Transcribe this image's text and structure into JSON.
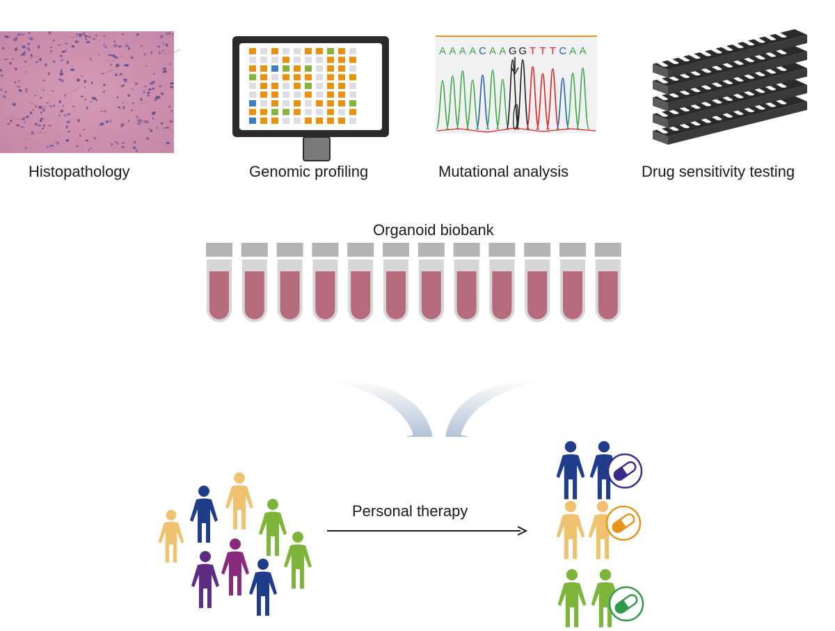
{
  "panels": [
    {
      "id": "histopathology",
      "label": "Histopathology"
    },
    {
      "id": "genomic",
      "label": "Genomic profiling"
    },
    {
      "id": "mutational",
      "label": "Mutational analysis"
    },
    {
      "id": "drug",
      "label": "Drug sensitivity testing"
    }
  ],
  "sequence": {
    "bases": [
      "A",
      "A",
      "A",
      "A",
      "C",
      "A",
      "A",
      "G",
      "G",
      "T",
      "T",
      "T",
      "C",
      "A",
      "A"
    ],
    "colors": {
      "A": "#3aa845",
      "C": "#1f5fb0",
      "G": "#1a1a1a",
      "T": "#e0201a"
    }
  },
  "biobank": {
    "title": "Organoid biobank",
    "tube_count": 12
  },
  "therapy": {
    "label": "Personal therapy"
  },
  "colors": {
    "navy": "#1f3d8a",
    "tan": "#eec26e",
    "green": "#7db53b",
    "purple": "#5c2d82",
    "magenta": "#8a2a7d",
    "orange": "#e8941a",
    "darkgreen": "#2e9a47",
    "tube_fill": "#b56b7b",
    "cap": "#b4b4b4",
    "arrow_gradient": "#7f9ab8",
    "heatmap": [
      "#e8900f",
      "#86b33c",
      "#3d7fc2",
      "#dedde4"
    ]
  },
  "icons": [
    "microscope-slide-icon",
    "monitor-icon",
    "well-plate-icon",
    "test-tube-icon",
    "person-icon",
    "pill-capsule-icon",
    "arrow-right-icon",
    "funnel-arrow-icon"
  ]
}
